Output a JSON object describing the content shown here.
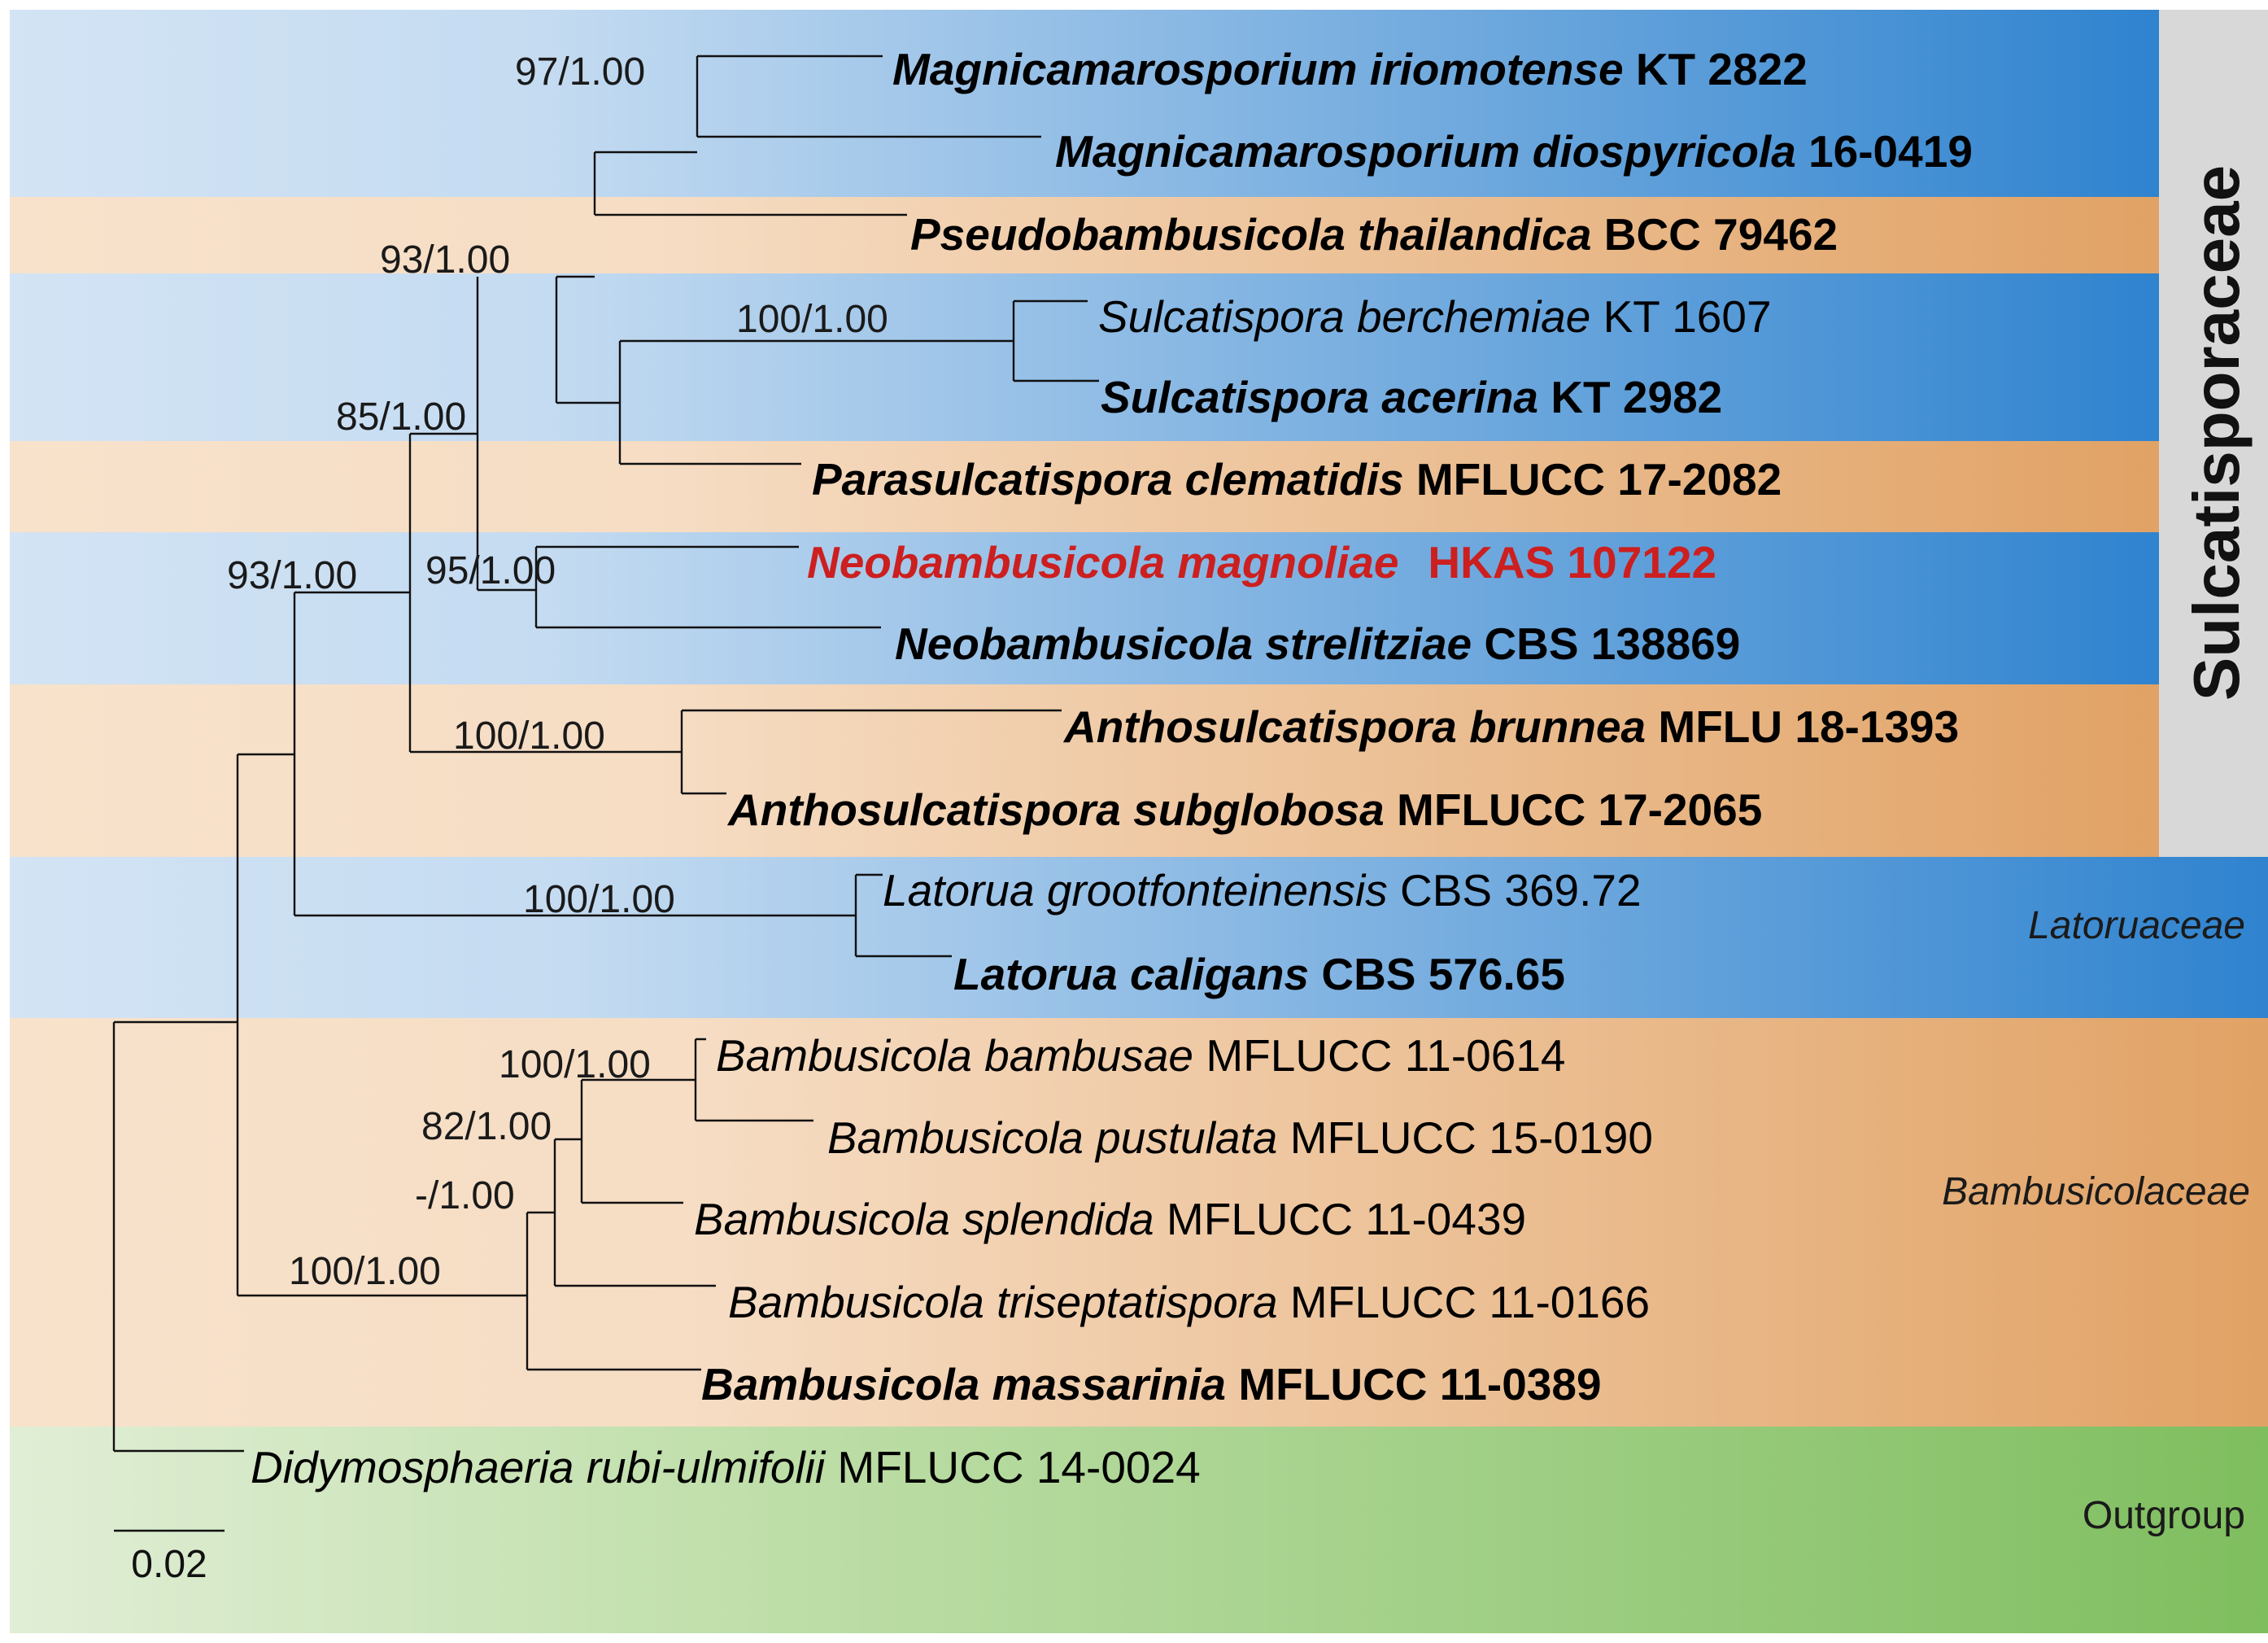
{
  "families": {
    "sulcatisporaceae": "Sulcatisporaceae",
    "latoruaceae": "Latoruaceae",
    "bambusicolaceae": "Bambusicolaceae",
    "outgroup": "Outgroup"
  },
  "colors": {
    "blue_band_start": "#d3e4f4",
    "blue_band_end": "#2f83cf",
    "orange_band_start": "#f8e2cb",
    "orange_band_end": "#e1a265",
    "green_band_start": "#e1eed6",
    "green_band_end": "#7fbe5f",
    "sidebar_gray": "#d8d8d8",
    "highlight_red": "#cc1f1f"
  },
  "taxa": [
    {
      "genus": "Magnicamarosporium",
      "epithet": "iriomotense",
      "code": "KT 2822",
      "bold": true
    },
    {
      "genus": "Magnicamarosporium",
      "epithet": "diospyricola",
      "code": "16-0419",
      "bold": true
    },
    {
      "genus": "Pseudobambusicola",
      "epithet": "thailandica",
      "code": "BCC 79462",
      "bold": true
    },
    {
      "genus": "Sulcatispora",
      "epithet": "berchemiae",
      "code": "KT 1607",
      "bold": false
    },
    {
      "genus": "Sulcatispora",
      "epithet": "acerina",
      "code": "KT 2982",
      "bold": true
    },
    {
      "genus": "Parasulcatispora",
      "epithet": "clematidis",
      "code": "MFLUCC 17-2082",
      "bold": true
    },
    {
      "genus": "Neobambusicola",
      "epithet": "magnoliae",
      "code": "HKAS 107122",
      "bold": true,
      "highlight": true
    },
    {
      "genus": "Neobambusicola",
      "epithet": "strelitziae",
      "code": "CBS 138869",
      "bold": true
    },
    {
      "genus": "Anthosulcatispora",
      "epithet": "brunnea",
      "code": "MFLU 18-1393",
      "bold": true
    },
    {
      "genus": "Anthosulcatispora",
      "epithet": "subglobosa",
      "code": "MFLUCC 17-2065",
      "bold": true
    },
    {
      "genus": "Latorua",
      "epithet": "grootfonteinensis",
      "code": "CBS 369.72",
      "bold": false
    },
    {
      "genus": "Latorua",
      "epithet": "caligans",
      "code": "CBS 576.65",
      "bold": true
    },
    {
      "genus": "Bambusicola",
      "epithet": "bambusae",
      "code": "MFLUCC 11-0614",
      "bold": false
    },
    {
      "genus": "Bambusicola",
      "epithet": "pustulata",
      "code": "MFLUCC 15-0190",
      "bold": false
    },
    {
      "genus": "Bambusicola",
      "epithet": "splendida",
      "code": "MFLUCC 11-0439",
      "bold": false
    },
    {
      "genus": "Bambusicola",
      "epithet": "triseptatispora",
      "code": "MFLUCC 11-0166",
      "bold": false
    },
    {
      "genus": "Bambusicola",
      "epithet": "massarinia",
      "code": "MFLUCC 11-0389",
      "bold": true
    },
    {
      "genus": "Didymosphaeria",
      "epithet": "rubi-ulmifolii",
      "code": "MFLUCC 14-0024",
      "bold": false
    }
  ],
  "support_values": {
    "magnicamarosporium": "97/1.00",
    "sulcatispora_group": "93/1.00",
    "sulcatispora": "100/1.00",
    "core_clade": "85/1.00",
    "neobambusicola": "95/1.00",
    "sulcatisporaceae_latoruaceae": "93/1.00",
    "anthosulcatispora": "100/1.00",
    "latorua": "100/1.00",
    "bambusicola_inner": "100/1.00",
    "bambusicola_82": "82/1.00",
    "bambusicola_dash": "-/1.00",
    "bambusicolaceae": "100/1.00"
  },
  "scale_bar": {
    "label": "0.02",
    "value": 0.02
  }
}
